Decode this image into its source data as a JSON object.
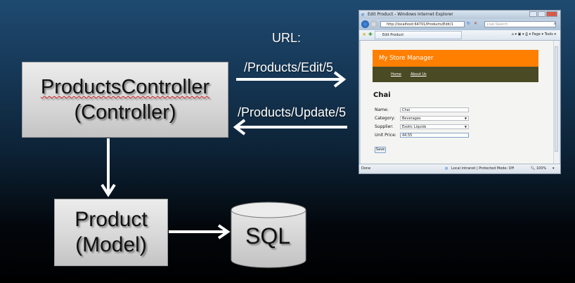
{
  "diagram": {
    "controller_box": {
      "line1": "ProductsController",
      "line2": "(Controller)"
    },
    "model_box": {
      "line1": "Product",
      "line2": "(Model)"
    },
    "database": {
      "label": "SQL"
    },
    "url_heading": "URL:",
    "request_url": "/Products/Edit/5",
    "response_url": "/Products/Update/5"
  },
  "browser": {
    "window_title": "Edit Product - Windows Internet Explorer",
    "address": "http://localhost:64701/Products/Edit/1",
    "search_placeholder": "Live Search",
    "tab_label": "Edit Product",
    "toolbar": {
      "page_label": "Page ▾",
      "tools_label": "Tools ▾"
    },
    "site": {
      "title": "My Store Manager",
      "nav": [
        "Home",
        "About Us"
      ],
      "accent_color": "#ff7f00",
      "nav_color": "#4a4a24"
    },
    "product_heading": "Chai",
    "form": {
      "name_label": "Name:",
      "name_value": "Chai",
      "category_label": "Category:",
      "category_value": "Beverages",
      "supplier_label": "Supplier:",
      "supplier_value": "Exotic Liquids",
      "price_label": "Unit Price:",
      "price_value": "44.55",
      "save_label": "Save"
    },
    "status": {
      "left": "Done",
      "zone": "Local intranet | Protected Mode: Off",
      "zoom": "100%"
    }
  }
}
